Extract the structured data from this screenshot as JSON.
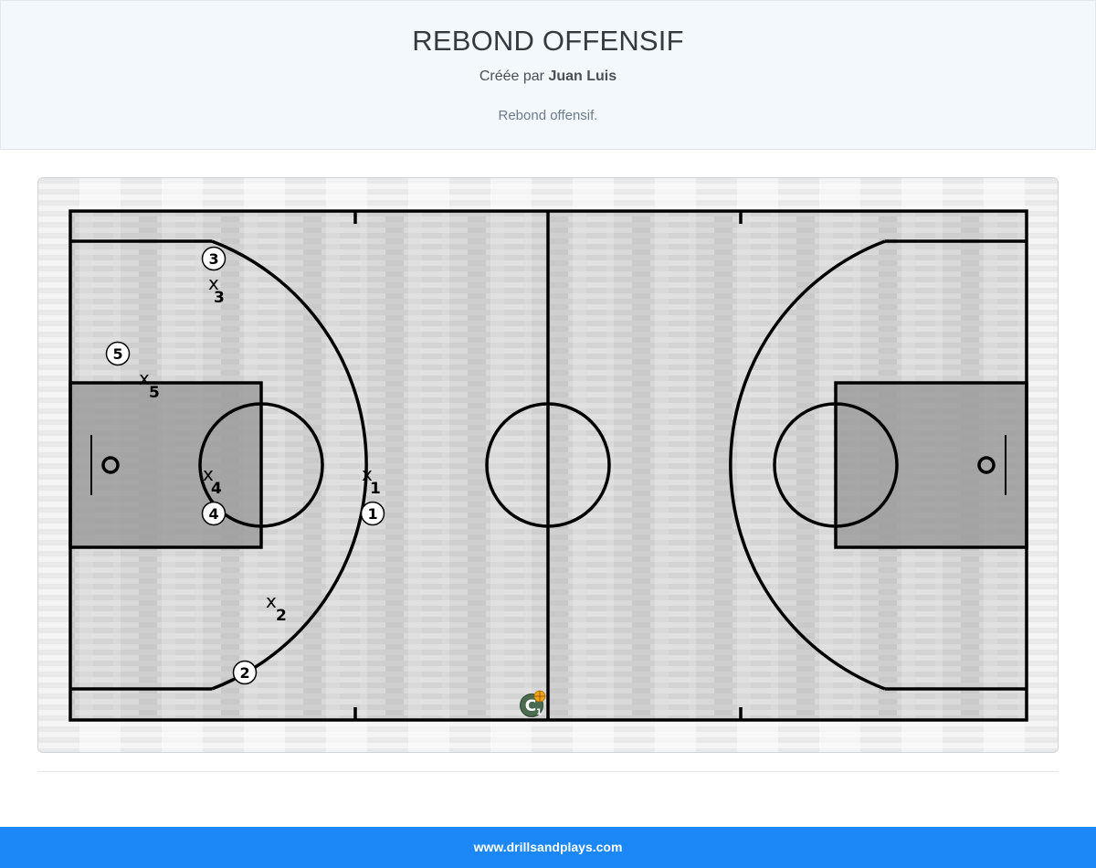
{
  "header": {
    "title": "REBOND OFFENSIF",
    "created_by_prefix": "Créée par",
    "author": "Juan Luis",
    "description": "Rebond offensif."
  },
  "diagram": {
    "offense": [
      {
        "label": "3"
      },
      {
        "label": "5"
      },
      {
        "label": "4"
      },
      {
        "label": "1"
      },
      {
        "label": "2"
      }
    ],
    "defense": [
      {
        "label": "x",
        "sub": "3"
      },
      {
        "label": "x",
        "sub": "5"
      },
      {
        "label": "x",
        "sub": "4"
      },
      {
        "label": "x",
        "sub": "1"
      },
      {
        "label": "x",
        "sub": "2"
      }
    ],
    "coach": {
      "label": "C",
      "sub": "1"
    },
    "colors": {
      "line": "#000000",
      "paint": "#9c9c9c",
      "floor": "#d6d6d6",
      "coach": "#4a6b4f",
      "ball": "#f0a21b"
    }
  },
  "footer": {
    "link": "www.drillsandplays.com"
  }
}
